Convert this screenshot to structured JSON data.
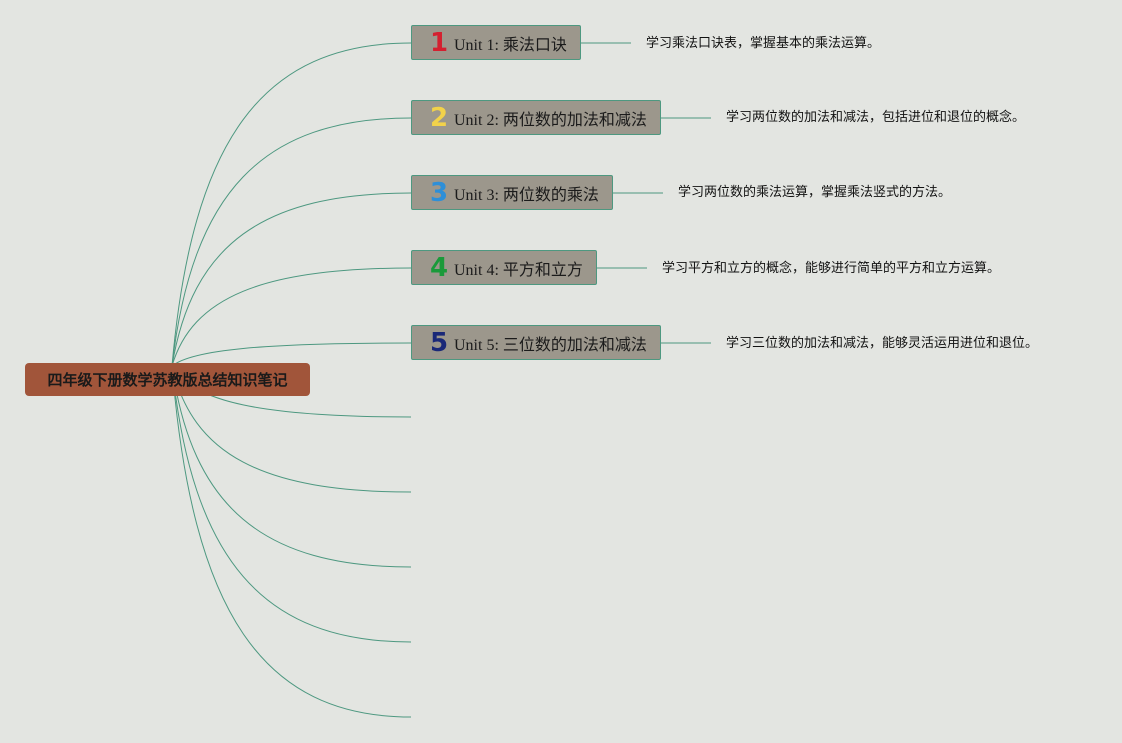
{
  "root": {
    "label": "四年级下册数学苏教版总结知识笔记",
    "color": "#a1553a"
  },
  "units": [
    {
      "number": "1",
      "label": "Unit 1: 乘法口诀",
      "number_color": "#d42030",
      "description": "学习乘法口诀表，掌握基本的乘法运算。"
    },
    {
      "number": "2",
      "label": "Unit 2: 两位数的加法和减法",
      "number_color": "#f2d24a",
      "description": "学习两位数的加法和减法，包括进位和退位的概念。"
    },
    {
      "number": "3",
      "label": "Unit 3: 两位数的乘法",
      "number_color": "#2e8fd8",
      "description": "学习两位数的乘法运算，掌握乘法竖式的方法。"
    },
    {
      "number": "4",
      "label": "Unit 4: 平方和立方",
      "number_color": "#1a9a3a",
      "description": "学习平方和立方的概念，能够进行简单的平方和立方运算。"
    },
    {
      "number": "5",
      "label": "Unit 5: 三位数的加法和减法",
      "number_color": "#1a2878",
      "description": "学习三位数的加法和减法，能够灵活运用进位和退位。"
    }
  ],
  "empty_branch_count": 5,
  "colors": {
    "background": "#e3e5e1",
    "connector": "#4d9880",
    "unit_fill": "#9c978c"
  }
}
